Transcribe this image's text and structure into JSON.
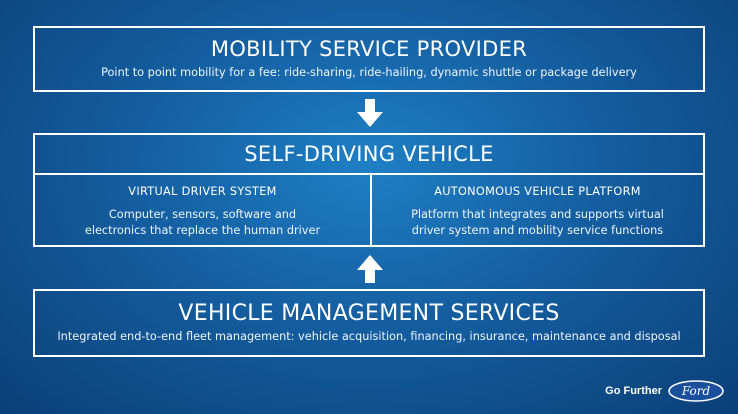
{
  "provider": {
    "title": "MOBILITY SERVICE PROVIDER",
    "subtitle": "Point to point mobility for a fee: ride-sharing, ride-hailing, dynamic shuttle or package delivery"
  },
  "vehicle": {
    "title": "SELF-DRIVING VEHICLE",
    "left": {
      "title": "VIRTUAL DRIVER SYSTEM",
      "desc_line1": "Computer, sensors, software and",
      "desc_line2": "electronics that replace the human driver"
    },
    "right": {
      "title": "AUTONOMOUS VEHICLE PLATFORM",
      "desc_line1": "Platform that integrates and supports virtual",
      "desc_line2": "driver system and mobility service functions"
    }
  },
  "management": {
    "title": "VEHICLE MANAGEMENT SERVICES",
    "subtitle": "Integrated end-to-end fleet management: vehicle acquisition, financing, insurance, maintenance and disposal"
  },
  "brand": {
    "slogan": "Go Further",
    "logo_text": "Ford"
  },
  "colors": {
    "background": "#145ea0",
    "line": "#ffffff"
  }
}
